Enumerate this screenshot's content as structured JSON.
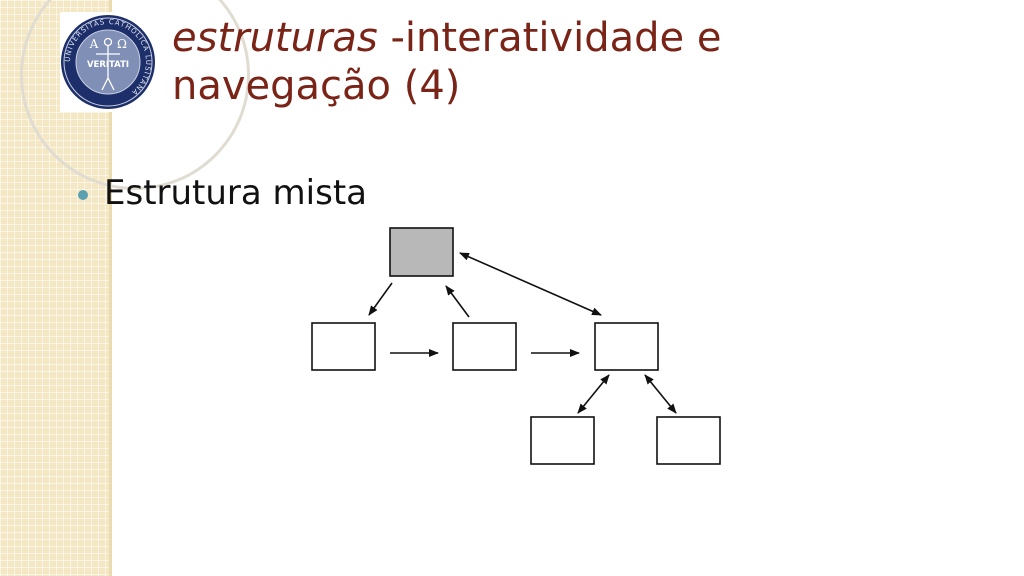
{
  "slide": {
    "title_italic": "estruturas",
    "title_rest_line1": " -interatividade e",
    "title_line2": "navegação (4)",
    "bullet": "Estrutura mista"
  },
  "logo": {
    "center_text": "VERITATI",
    "alpha": "Α",
    "omega": "Ω",
    "ring_text": "UNIVERSITAS CATHOLICA LUSITANA"
  },
  "colors": {
    "title": "#7a2418",
    "bullet": "#5ba0b0",
    "root_node_fill": "#b8b8b8",
    "node_fill": "#ffffff",
    "sidebar": "#f4e7c3"
  },
  "diagram": {
    "nodes": [
      {
        "id": "root",
        "highlighted": true
      },
      {
        "id": "child-1",
        "highlighted": false
      },
      {
        "id": "child-2",
        "highlighted": false
      },
      {
        "id": "child-3",
        "highlighted": false
      },
      {
        "id": "grandchild-1",
        "highlighted": false
      },
      {
        "id": "grandchild-2",
        "highlighted": false
      }
    ],
    "edges": [
      {
        "from": "root",
        "to": "child-1",
        "type": "one-way"
      },
      {
        "from": "child-2",
        "to": "root",
        "type": "one-way"
      },
      {
        "from": "root",
        "to": "child-3",
        "type": "two-way"
      },
      {
        "from": "child-1",
        "to": "child-2",
        "type": "one-way"
      },
      {
        "from": "child-2",
        "to": "child-3",
        "type": "one-way"
      },
      {
        "from": "child-3",
        "to": "grandchild-1",
        "type": "two-way"
      },
      {
        "from": "child-3",
        "to": "grandchild-2",
        "type": "two-way"
      }
    ]
  }
}
